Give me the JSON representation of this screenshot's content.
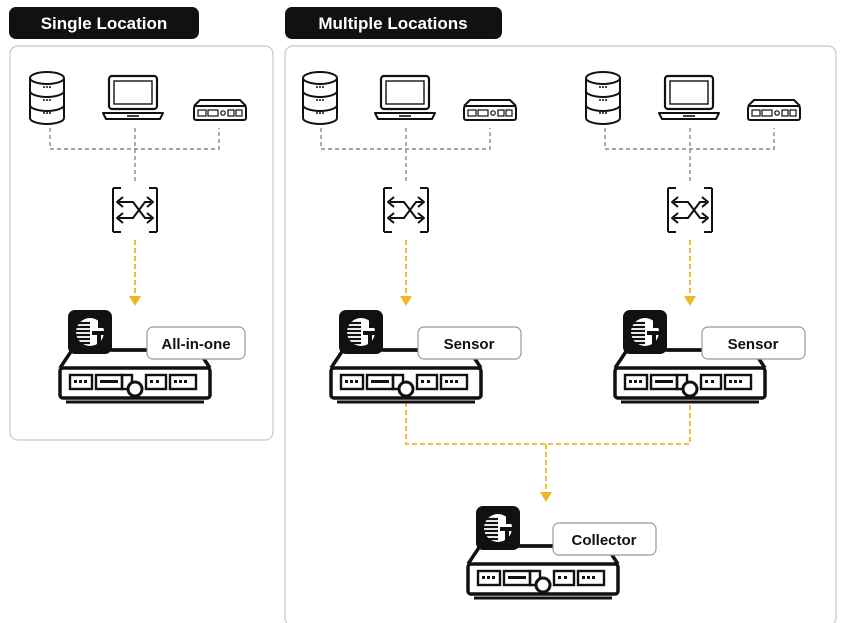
{
  "panels": {
    "single": {
      "title": "Single Location",
      "appliance_label": "All-in-one"
    },
    "multiple": {
      "title": "Multiple Locations",
      "sensor_a_label": "Sensor",
      "sensor_b_label": "Sensor",
      "collector_label": "Collector"
    }
  },
  "colors": {
    "accent": "#f0b429",
    "ink": "#111111",
    "frame": "#c8c8c8",
    "connector": "#888888"
  },
  "icons": [
    "database-icon",
    "laptop-icon",
    "network-device-icon",
    "switch-icon",
    "greynoise-logo-icon",
    "server-appliance-icon"
  ]
}
